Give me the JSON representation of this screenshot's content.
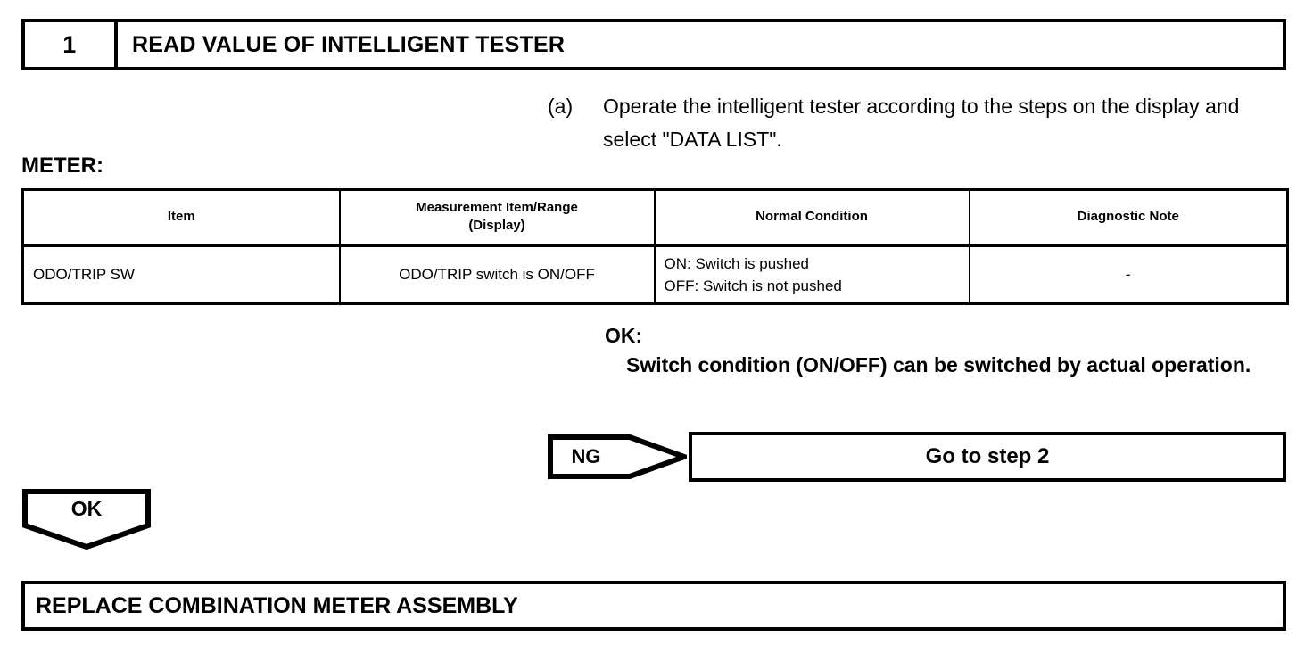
{
  "step": {
    "number": "1",
    "title": "READ VALUE OF INTELLIGENT TESTER"
  },
  "procedure": {
    "marker": "(a)",
    "text": "Operate the intelligent tester according to the steps on the display and select \"DATA LIST\"."
  },
  "table": {
    "caption": "METER:",
    "headers": {
      "item": "Item",
      "range_line1": "Measurement Item/Range",
      "range_line2": "(Display)",
      "normal": "Normal Condition",
      "note": "Diagnostic Note"
    },
    "rows": [
      {
        "item": "ODO/TRIP SW",
        "range": "ODO/TRIP switch is ON/OFF",
        "condition_line1": "ON: Switch is pushed",
        "condition_line2": "OFF: Switch is not pushed",
        "note": "-"
      }
    ]
  },
  "result": {
    "ok_label": "OK:",
    "ok_text": "Switch condition (ON/OFF) can be switched by actual operation."
  },
  "branches": {
    "ng_label": "NG",
    "ng_target": "Go to step 2",
    "ok_label": "OK",
    "ok_target": "REPLACE COMBINATION METER ASSEMBLY"
  },
  "colors": {
    "ink": "#000000",
    "paper": "#ffffff"
  }
}
